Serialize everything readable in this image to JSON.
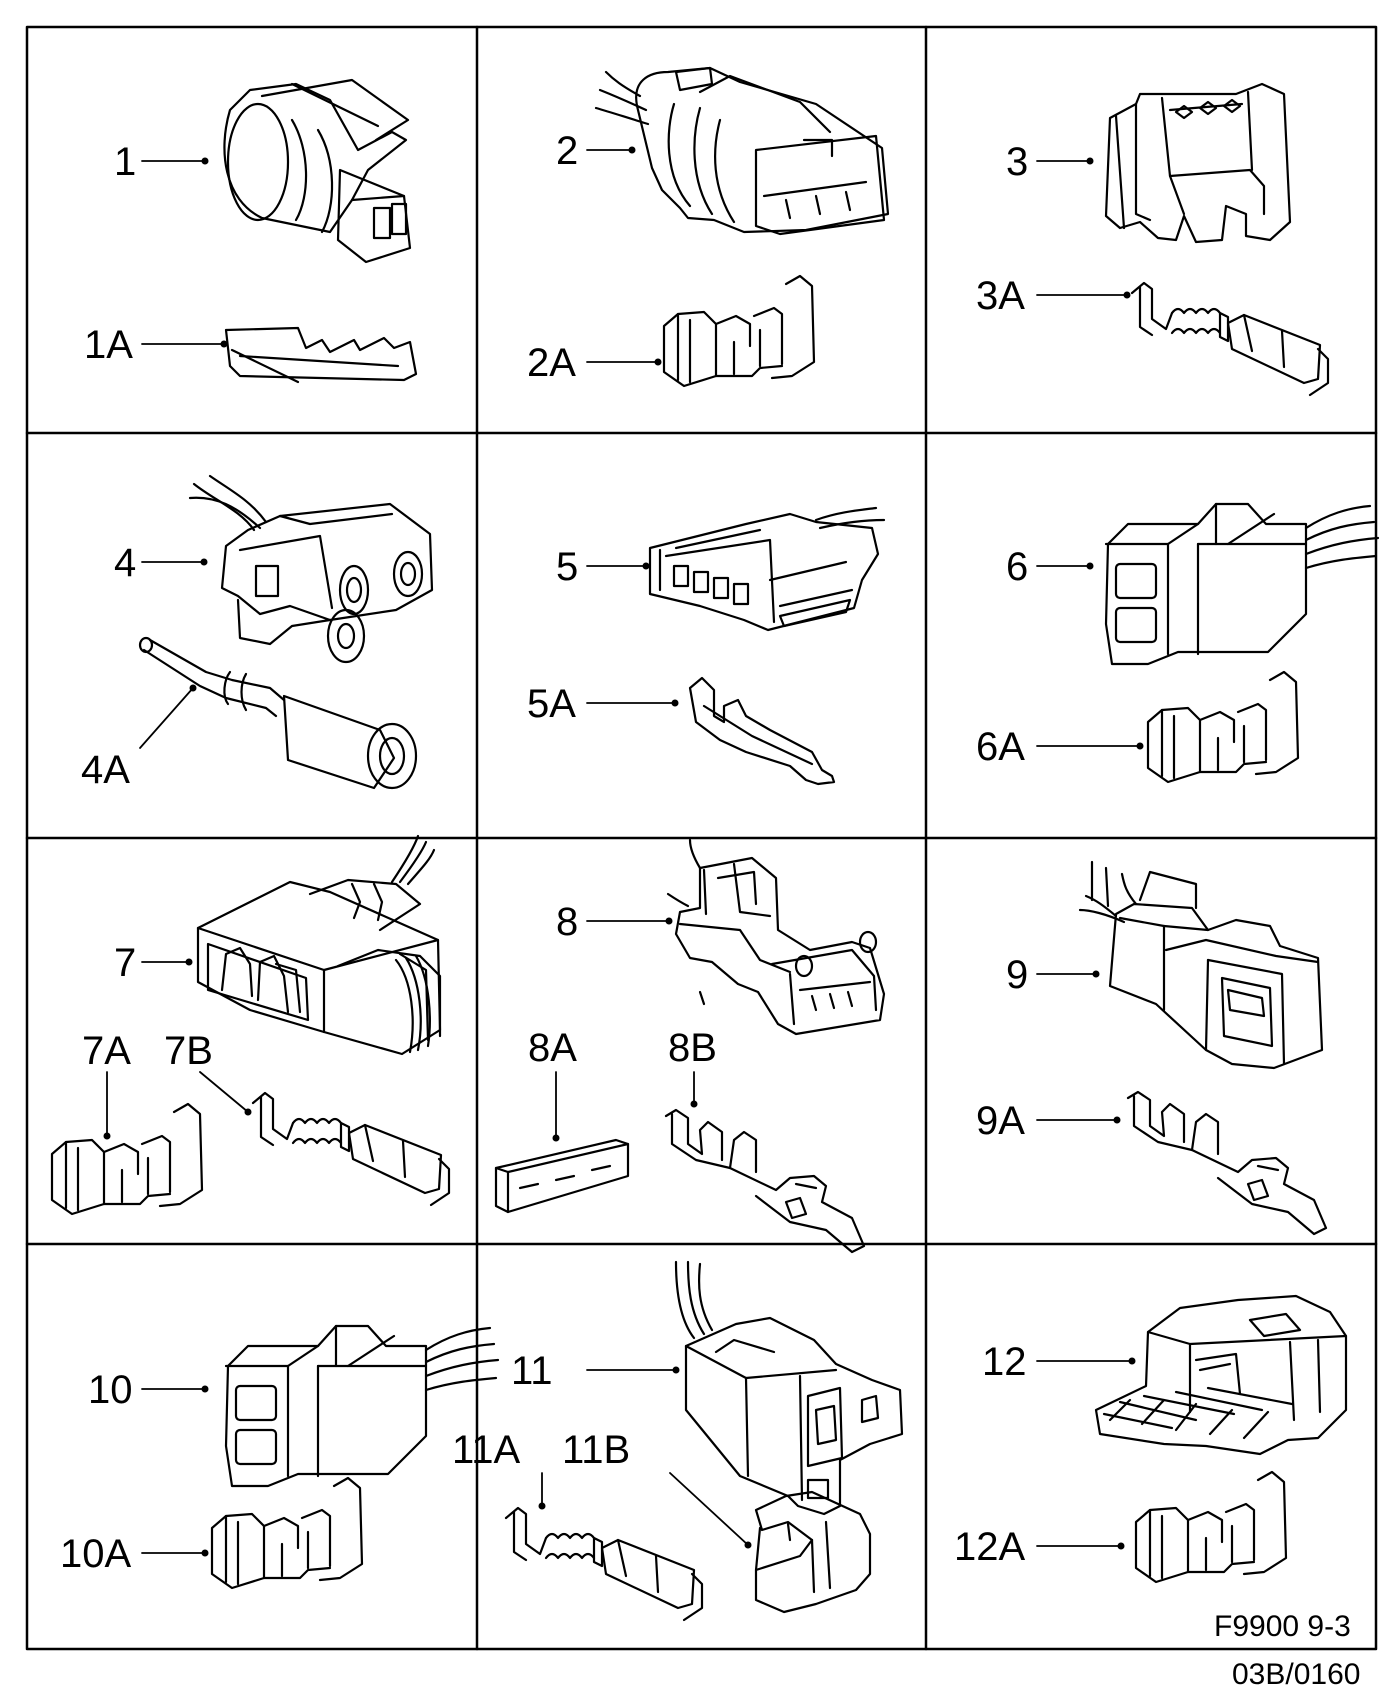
{
  "figure": {
    "code": "F9900 9-3",
    "sheet_ref": "03B/0160"
  },
  "cells": [
    {
      "labels": [
        {
          "text": "1",
          "icon": "round-connector-housing-icon"
        },
        {
          "text": "1A",
          "icon": "flat-terminal-icon"
        }
      ]
    },
    {
      "labels": [
        {
          "text": "2",
          "icon": "multi-pin-connector-icon"
        },
        {
          "text": "2A",
          "icon": "crimp-terminal-icon"
        }
      ]
    },
    {
      "labels": [
        {
          "text": "3",
          "icon": "connector-housing-icon"
        },
        {
          "text": "3A",
          "icon": "spring-terminal-icon"
        }
      ]
    },
    {
      "labels": [
        {
          "text": "4",
          "icon": "screw-connector-icon"
        },
        {
          "text": "4A",
          "icon": "pin-terminal-icon"
        }
      ]
    },
    {
      "labels": [
        {
          "text": "5",
          "icon": "four-pin-connector-icon"
        },
        {
          "text": "5A",
          "icon": "blade-terminal-icon"
        }
      ]
    },
    {
      "labels": [
        {
          "text": "6",
          "icon": "two-way-connector-icon"
        },
        {
          "text": "6A",
          "icon": "crimp-terminal-icon"
        }
      ]
    },
    {
      "labels": [
        {
          "text": "7",
          "icon": "latched-connector-icon"
        },
        {
          "text": "7A",
          "icon": "crimp-terminal-icon"
        },
        {
          "text": "7B",
          "icon": "spring-terminal-icon"
        }
      ]
    },
    {
      "labels": [
        {
          "text": "8",
          "icon": "inline-connector-icon"
        },
        {
          "text": "8A",
          "icon": "secondary-lock-icon"
        },
        {
          "text": "8B",
          "icon": "blade-terminal-icon"
        }
      ]
    },
    {
      "labels": [
        {
          "text": "9",
          "icon": "square-connector-icon"
        },
        {
          "text": "9A",
          "icon": "blade-terminal-icon"
        }
      ]
    },
    {
      "labels": [
        {
          "text": "10",
          "icon": "two-way-connector-icon"
        },
        {
          "text": "10A",
          "icon": "crimp-terminal-icon"
        }
      ]
    },
    {
      "labels": [
        {
          "text": "11",
          "icon": "flanged-connector-icon"
        },
        {
          "text": "11A",
          "icon": "spring-terminal-icon"
        },
        {
          "text": "11B",
          "icon": "lock-clip-icon"
        }
      ]
    },
    {
      "labels": [
        {
          "text": "12",
          "icon": "multi-row-connector-icon"
        },
        {
          "text": "12A",
          "icon": "crimp-terminal-icon"
        }
      ]
    }
  ]
}
